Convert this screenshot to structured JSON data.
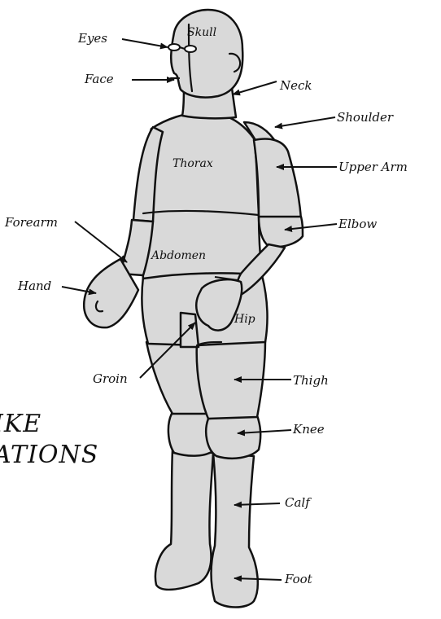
{
  "colors": {
    "body_fill": "#d9d9d9",
    "outline": "#111111",
    "background": "#ffffff"
  },
  "title": {
    "line1": "IKE",
    "line2": "ATIONS"
  },
  "labels": {
    "eyes": "Eyes",
    "skull": "Skull",
    "face": "Face",
    "neck": "Neck",
    "shoulder": "Shoulder",
    "thorax": "Thorax",
    "upper_arm": "Upper Arm",
    "forearm": "Forearm",
    "elbow": "Elbow",
    "abdomen": "Abdomen",
    "hand": "Hand",
    "hip": "Hip",
    "groin": "Groin",
    "thigh": "Thigh",
    "knee": "Knee",
    "calf": "Calf",
    "foot": "Foot"
  }
}
